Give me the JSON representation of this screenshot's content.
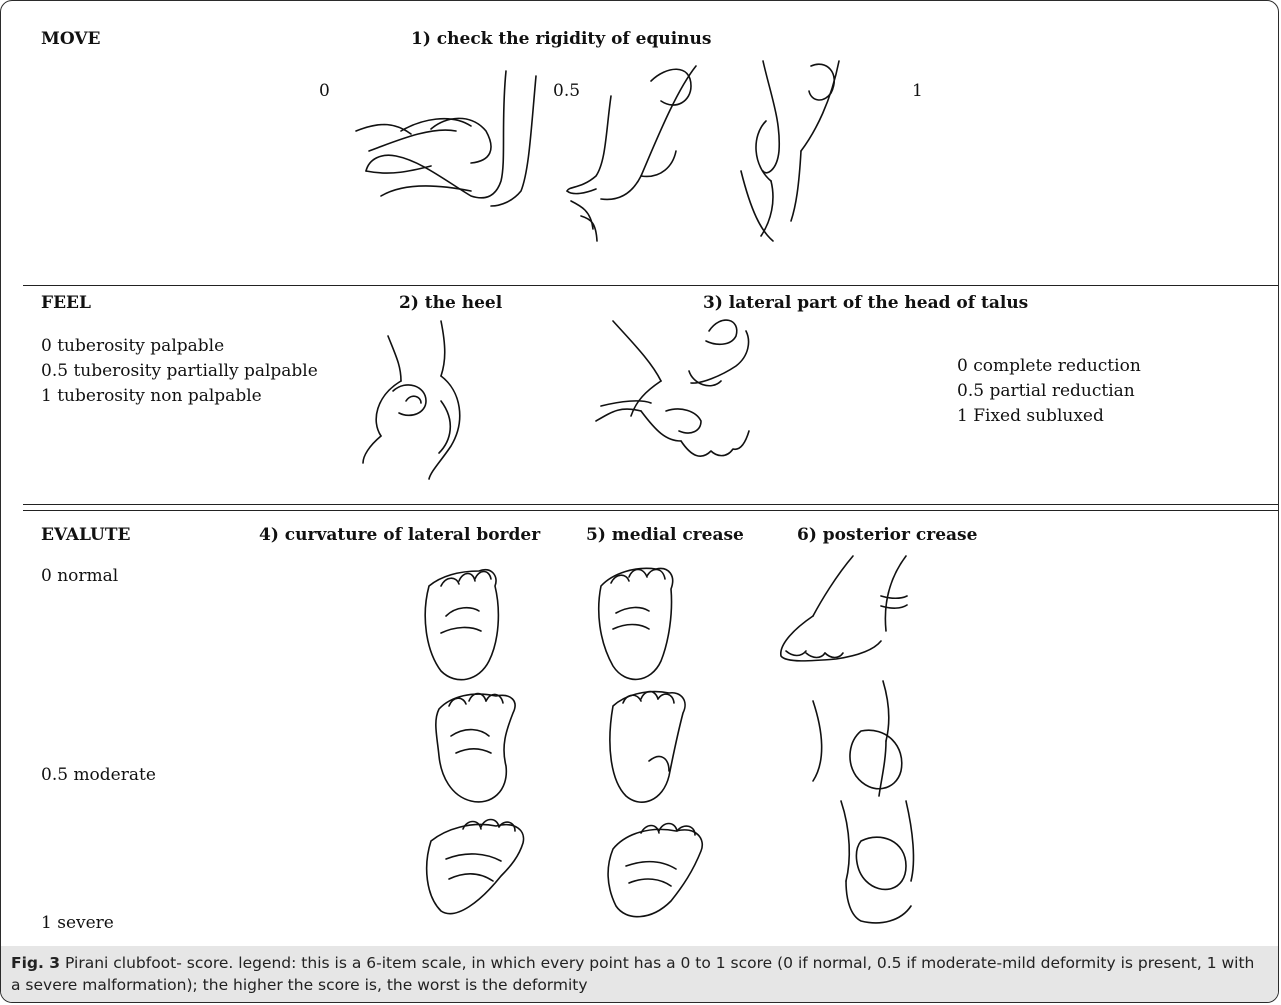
{
  "move": {
    "heading": "MOVE",
    "item1": "1) check the rigidity of equinus",
    "score0": "0",
    "score05": "0.5",
    "score1": "1"
  },
  "feel": {
    "heading": "FEEL",
    "item2": "2) the heel",
    "item3": "3) lateral part of the head of talus",
    "heel_scores": [
      "0 tuberosity palpable",
      "0.5 tuberosity partially palpable",
      "1 tuberosity non palpable"
    ],
    "talus_scores": [
      "0 complete reduction",
      "0.5 partial reductian",
      "1 Fixed subluxed"
    ]
  },
  "evaluate": {
    "heading": "EVALUTE",
    "item4": "4) curvature of lateral border",
    "item5": "5) medial crease",
    "item6": "6) posterior crease",
    "score0": "0 normal",
    "score05": "0.5 moderate",
    "score1": "1 severe"
  },
  "caption": {
    "label": "Fig. 3",
    "text": "Pirani clubfoot- score. legend: this is a 6-item scale, in which every point has a 0 to 1 score (0 if normal, 0.5 if moderate-mild deformity is present, 1 with a severe malformation); the higher the score is, the worst is the deformity"
  }
}
